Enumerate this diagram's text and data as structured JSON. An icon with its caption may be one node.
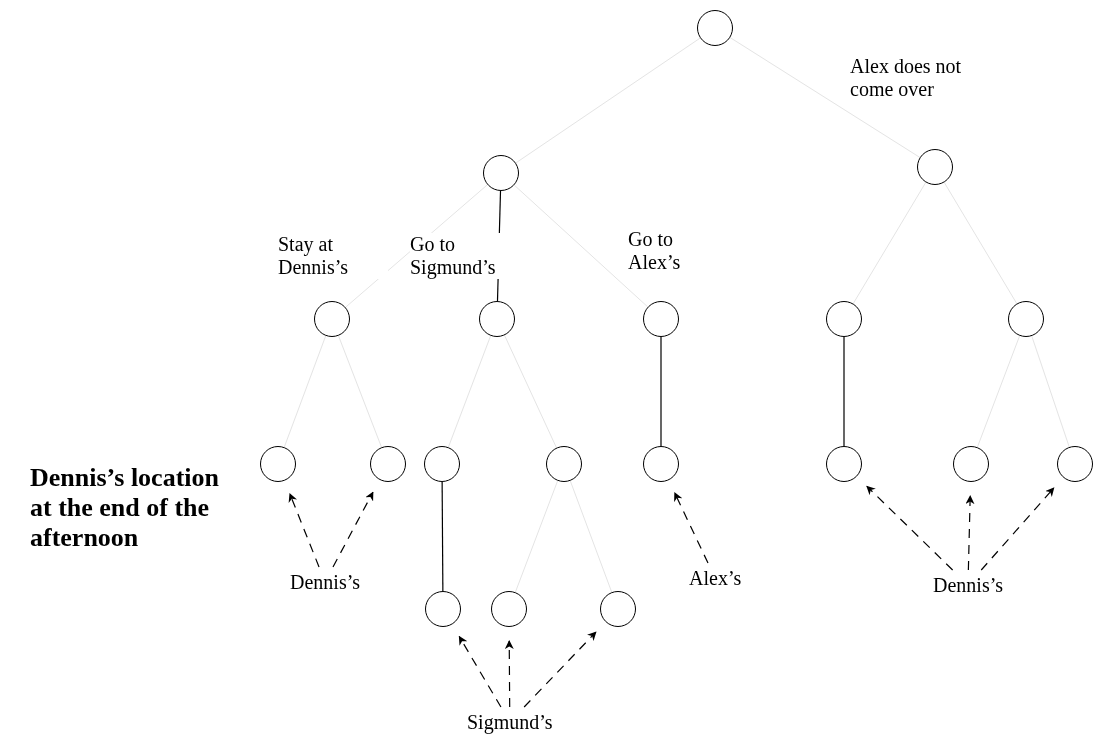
{
  "diagram": {
    "nodes": [
      {
        "text": [],
        "shape": "circle"
      },
      {
        "text": [],
        "shape": "circle"
      },
      {
        "text": [],
        "shape": "circle"
      },
      {
        "text": [],
        "shape": "circle"
      },
      {
        "text": [],
        "shape": "circle"
      },
      {
        "text": [],
        "shape": "circle"
      },
      {
        "text": [],
        "shape": "circle"
      },
      {
        "text": [],
        "shape": "circle"
      },
      {
        "text": [],
        "shape": "circle"
      },
      {
        "text": [],
        "shape": "circle"
      },
      {
        "text": [],
        "shape": "circle"
      },
      {
        "text": [],
        "shape": "circle"
      },
      {
        "text": [],
        "shape": "circle"
      },
      {
        "text": [],
        "shape": "circle"
      },
      {
        "text": [],
        "shape": "circle"
      },
      {
        "text": [],
        "shape": "circle"
      },
      {
        "text": [],
        "shape": "circle"
      },
      {
        "text": [],
        "shape": "circle"
      },
      {
        "text": [],
        "shape": "circle"
      },
      {
        "text": [
          "Dennis’s"
        ]
      },
      {
        "text": [
          "Sigmund’s"
        ]
      },
      {
        "text": [
          "Alex’s"
        ]
      },
      {
        "text": [
          "Dennis’s"
        ]
      }
    ],
    "edges": [
      {
        "from": 0,
        "to": 1,
        "arrow": "none"
      },
      {
        "from": 0,
        "to": 2,
        "arrow": "none",
        "label": "Alex does not come over"
      },
      {
        "from": 1,
        "to": 3,
        "arrow": "none",
        "label": "Stay at Dennis’s"
      },
      {
        "from": 1,
        "to": 4,
        "arrow": "none",
        "label": "Go to Sigmund’s",
        "color": "#000000"
      },
      {
        "from": 1,
        "to": 5,
        "arrow": "none",
        "label": "Go to Alex’s"
      },
      {
        "from": 2,
        "to": 6,
        "arrow": "none"
      },
      {
        "from": 2,
        "to": 7,
        "arrow": "none"
      },
      {
        "from": 3,
        "to": 8,
        "arrow": "none"
      },
      {
        "from": 3,
        "to": 9,
        "arrow": "none"
      },
      {
        "from": 4,
        "to": 10,
        "arrow": "none"
      },
      {
        "from": 4,
        "to": 11,
        "arrow": "none"
      },
      {
        "from": 5,
        "to": 12,
        "arrow": "none",
        "color": "#000000"
      },
      {
        "from": 6,
        "to": 13,
        "arrow": "none",
        "color": "#000000"
      },
      {
        "from": 7,
        "to": 14,
        "arrow": "none"
      },
      {
        "from": 7,
        "to": 15,
        "arrow": "none"
      },
      {
        "from": 10,
        "to": 16,
        "arrow": "none",
        "color": "#000000"
      },
      {
        "from": 11,
        "to": 17,
        "arrow": "none"
      },
      {
        "from": 11,
        "to": 18,
        "arrow": "none"
      },
      {
        "from": 19,
        "to": 8,
        "arrow": "to",
        "style": "dashed",
        "color": "#000000"
      },
      {
        "from": 19,
        "to": 9,
        "arrow": "to",
        "style": "dashed",
        "color": "#000000"
      },
      {
        "from": 20,
        "to": 16,
        "arrow": "to",
        "style": "dashed",
        "color": "#000000"
      },
      {
        "from": 20,
        "to": 17,
        "arrow": "to",
        "style": "dashed",
        "color": "#000000"
      },
      {
        "from": 20,
        "to": 18,
        "arrow": "to",
        "style": "dashed",
        "color": "#000000"
      },
      {
        "from": 21,
        "to": 12,
        "arrow": "to",
        "style": "dashed",
        "color": "#000000"
      },
      {
        "from": 22,
        "to": 13,
        "arrow": "to",
        "style": "dashed",
        "color": "#000000"
      },
      {
        "from": 22,
        "to": 14,
        "arrow": "to",
        "style": "dashed",
        "color": "#000000"
      },
      {
        "from": 22,
        "to": 15,
        "arrow": "to",
        "style": "dashed",
        "color": "#000000"
      }
    ],
    "labels": [
      "Dennis’s location at the end of the afternoon"
    ]
  }
}
